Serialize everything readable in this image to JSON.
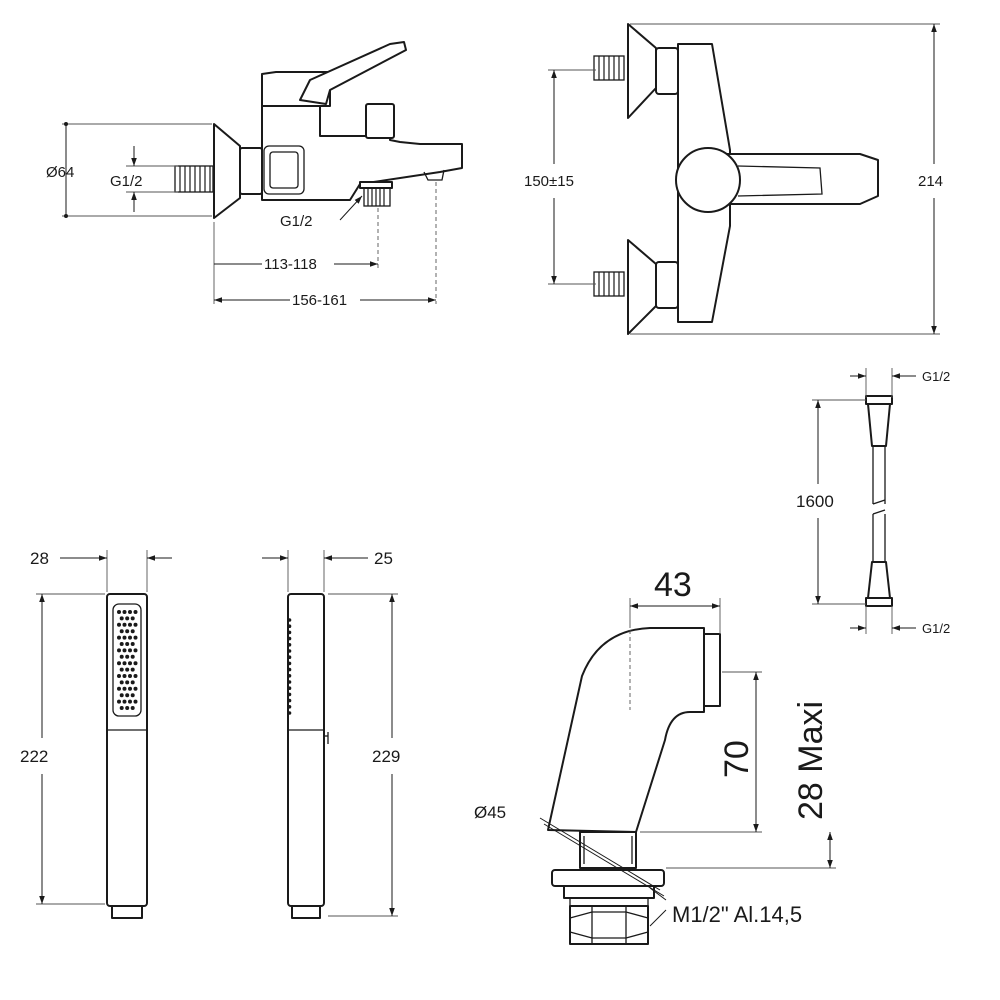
{
  "mixer_side": {
    "diameter": "Ø64",
    "inlet_thread": "G1/2",
    "outlet_thread": "G1/2",
    "dim_spout_short": "113-118",
    "dim_spout_long": "156-161"
  },
  "mixer_front": {
    "inlet_spacing": "150±15",
    "height": "214"
  },
  "hose": {
    "top_thread": "G1/2",
    "length": "1600",
    "bottom_thread": "G1/2"
  },
  "handshower_front": {
    "width": "28",
    "length": "222"
  },
  "handshower_side": {
    "width": "25",
    "length": "229"
  },
  "deck_elbow": {
    "width": "43",
    "height": "70",
    "max_thickness": "28 Maxi",
    "base_diameter": "Ø45",
    "thread": "M1/2\" Al.14,5"
  }
}
